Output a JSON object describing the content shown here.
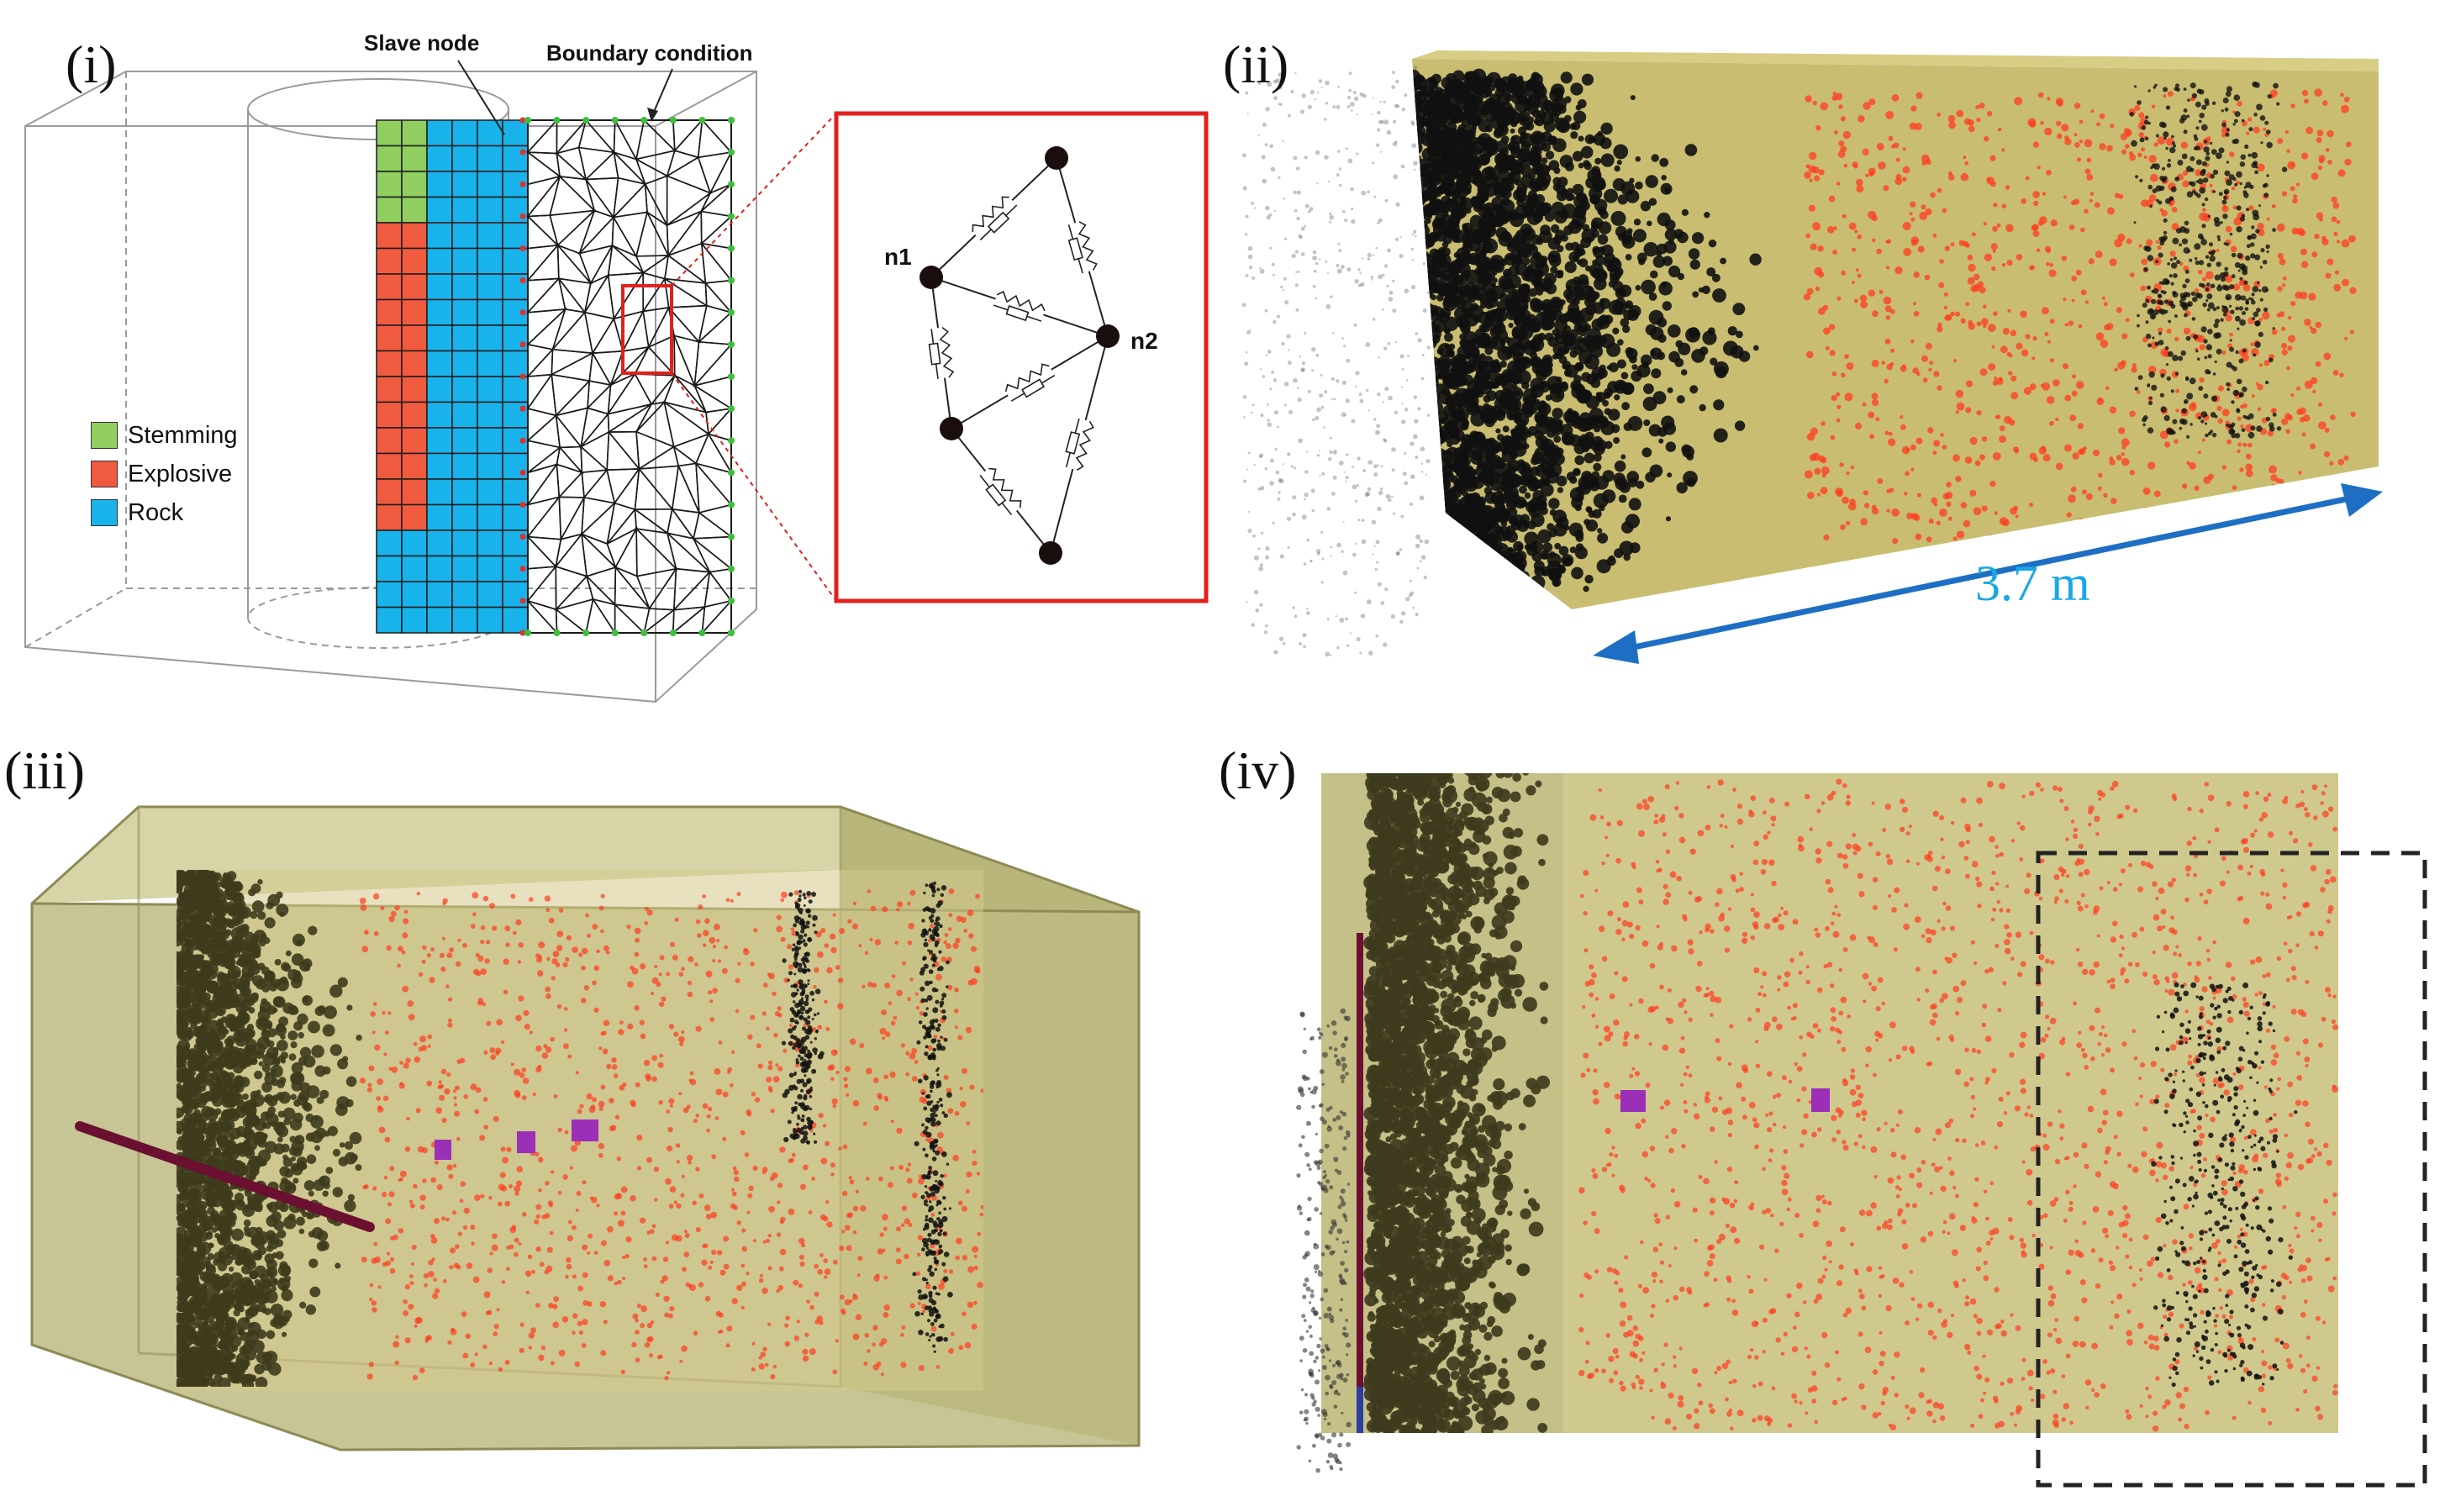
{
  "panels": {
    "p1": "(i)",
    "p2": "(ii)",
    "p3": "(iii)",
    "p4": "(iv)"
  },
  "annotations": {
    "slave_node": "Slave node",
    "boundary_condition": "Boundary condition",
    "n1": "n1",
    "n2": "n2",
    "scale": "3.7 m"
  },
  "legend": [
    {
      "label": "Stemming",
      "color": "#8fce5f"
    },
    {
      "label": "Explosive",
      "color": "#f05a3f"
    },
    {
      "label": "Rock",
      "color": "#18b3ea"
    }
  ],
  "colors": {
    "rock_body": "#c9bd72",
    "rock_transparent": "#a8a56a",
    "fracture": "#111111",
    "damage": "#ff3b1f",
    "scale_arrow": "#1e6fc4",
    "scale_text": "#19a8e6",
    "zoom_box": "#e0201d",
    "marker": "#9b2fb8"
  }
}
